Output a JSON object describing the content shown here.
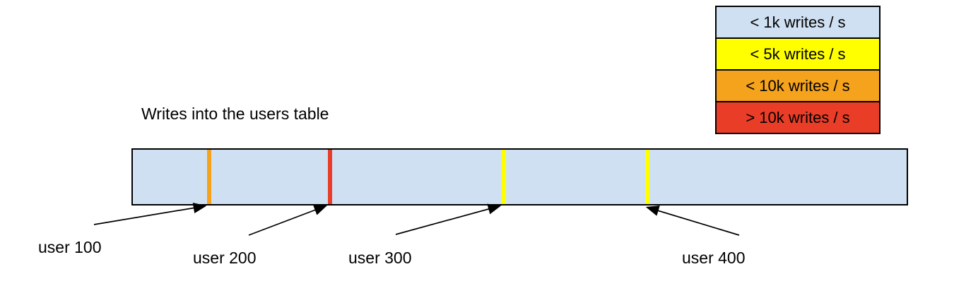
{
  "title": "Writes into the users table",
  "legend": {
    "items": [
      {
        "label": "< 1k writes / s",
        "color": "#cfe0f2"
      },
      {
        "label": "< 5k writes / s",
        "color": "#ffff00"
      },
      {
        "label": "< 10k writes / s",
        "color": "#f5a21c"
      },
      {
        "label": "> 10k writes / s",
        "color": "#e93d28"
      }
    ]
  },
  "bar": {
    "fill": "#cfe0f2",
    "border_color": "#000000",
    "markers": [
      {
        "user": "user 100",
        "rate": "< 10k writes / s",
        "color": "#f5a21c",
        "position_frac": 0.096
      },
      {
        "user": "user 200",
        "rate": "> 10k writes / s",
        "color": "#e93d28",
        "position_frac": 0.252
      },
      {
        "user": "user 300",
        "rate": "< 5k writes / s",
        "color": "#ffff00",
        "position_frac": 0.477
      },
      {
        "user": "user 400",
        "rate": "< 5k writes / s",
        "color": "#ffff00",
        "position_frac": 0.662
      }
    ]
  },
  "labels": [
    {
      "text": "user 100"
    },
    {
      "text": "user 200"
    },
    {
      "text": "user 300"
    },
    {
      "text": "user 400"
    }
  ]
}
